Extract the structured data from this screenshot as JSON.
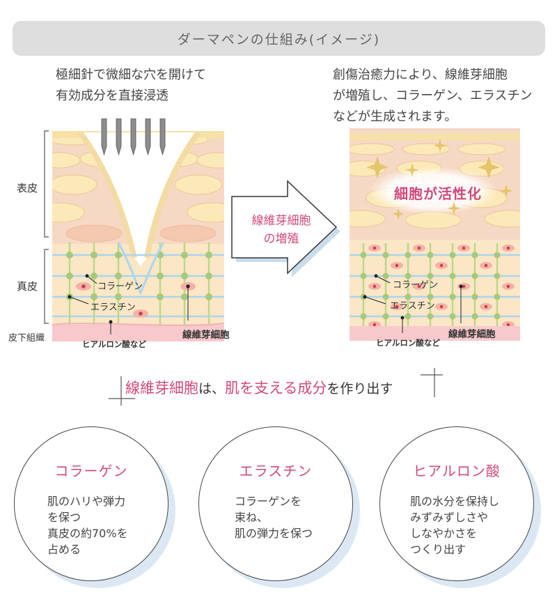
{
  "header": {
    "title": "ダーマペンの仕組み(イメージ)"
  },
  "left_panel": {
    "caption": "極細針で微細な穴を開けて\n有効成分を直接浸透",
    "layer_epidermis": "表皮",
    "layer_dermis": "真皮",
    "layer_subcutaneous": "皮下組織",
    "label_collagen": "コラーゲン",
    "label_elastin": "エラスチン",
    "label_hyaluronic": "ヒアルロン酸など",
    "label_fibroblast": "線維芽細胞"
  },
  "arrow": {
    "text": "線維芽細胞\nの増殖"
  },
  "right_panel": {
    "caption": "創傷治癒力により、線維芽細胞\nが増殖し、コラーゲン、エラスチン\nなどが生成されます。",
    "activation": "細胞が活性化",
    "label_collagen": "コラーゲン",
    "label_elastin": "エラスチン",
    "label_hyaluronic": "ヒアルロン酸など",
    "label_fibroblast": "線維芽細胞"
  },
  "headline": {
    "part1": "線維芽細胞",
    "part2": "は、",
    "part3": "肌を支える成分",
    "part4": "を作り出す"
  },
  "circles": [
    {
      "title": "コラーゲン",
      "desc": "肌のハリや弾力\nを保つ\n真皮の約70%を\n占める"
    },
    {
      "title": "エラスチン",
      "desc": "コラーゲンを\n束ね、\n肌の弾力を保つ"
    },
    {
      "title": "ヒアルロン酸",
      "desc": "肌の水分を保持し\nみずみずしさや\nしなやかさを\nつくり出す"
    }
  ],
  "colors": {
    "accent_pink": "#d2487a",
    "epidermis": "#f6d9c4",
    "dermis": "#fbe6c6",
    "fiber_green": "#a7c97a",
    "fiber_blue": "#a9d6ee",
    "header_bg": "#dedede"
  }
}
